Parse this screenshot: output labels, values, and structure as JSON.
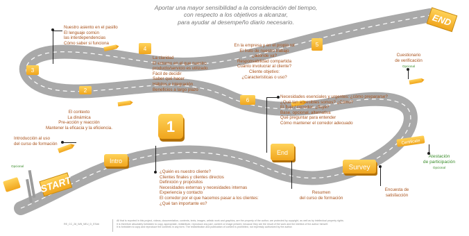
{
  "title_lines": [
    "Aportar una mayor sensibilidad a la consideración del tiempo,",
    "con respecto a los objetivos a alcanzar,",
    "para ayudar al desempeño diario necesario."
  ],
  "road_badges": {
    "start": "START",
    "end_sign": "END",
    "intro": "Intro",
    "step1": "1",
    "step2": "2",
    "step3": "3",
    "step4": "4",
    "step5": "5",
    "step6": "6",
    "end": "End",
    "survey": "Survey",
    "certificate": "Certificate"
  },
  "colors": {
    "road": "#a9a9a9",
    "lane_marking": "#ffffff",
    "badge_yellow": "#f6b42a",
    "badge_dark": "#c97f10",
    "text_brown": "#a9531c",
    "text_green": "#3a8c2a",
    "title_gray": "#777777"
  },
  "labels": {
    "opcional_left": "Opcional",
    "intro_text": [
      "Introducción al uso",
      "del curso de formación"
    ],
    "context": [
      "El contexto",
      "La dinámica",
      "Pre-acción y reacción",
      "Mantener la eficacia y la eficiencia."
    ],
    "step3_text": [
      "Nuestro asiento en el pasillo",
      "El lenguaje común",
      "las interdependencias",
      "Cómo saber si funciona"
    ],
    "step4_text": [
      "La claridad",
      "El entorno en el que nuestro",
      "producto/servicio es utilizado",
      "Fácil de decidir",
      "Saber qué hacer",
      "Hábitos e integración",
      "Beneficios a largo plazo"
    ],
    "step5_text": [
      "En la empresa y en el propio rol",
      "El fruto de nuestro trabajo",
      "¿adónde va?",
      "Responsabilidad compartida",
      "Cuánto involucrar al cliente?",
      "Cliente objetivo:",
      "¿Características o uso?"
    ],
    "step6_text": [
      "Necesidades esenciales y urgentes: ¿cómo prepararse?",
      "¿Qué tan accesibles somos? ¿Cómo?",
      "El flujo / corredor: ¿fluye?",
      "Base, opcional, alternativa",
      "Qué preguntar para entender",
      "Cómo mantener el corredor adecuado"
    ],
    "step1_text": [
      "¿Quién es nuestro cliente?",
      "Clientes finales y clientes directos",
      "Definición y propósitos",
      "Necesidades externas y necesidades internas",
      "Experiencia y contacto",
      "El corredor por el que hacemos pasar a los clientes:",
      "¿Qué tan importante es?"
    ],
    "resumen": [
      "Resumen",
      "del curso de formación"
    ],
    "encuesta": [
      "Encuesta de",
      "satisfacción"
    ],
    "cuestionario": [
      "Cuestionario",
      "de verificación"
    ],
    "cuestionario_optional": "Opcional",
    "atestacion": [
      "Atestación",
      "de participación"
    ],
    "atestacion_optional": "Opcional"
  },
  "footer": {
    "code": "RE_CC_28_WB_NEU_D_ES##",
    "notice": [
      "All that is reported in this project, videos, documentation, contents, texts, images, artistic work and graphics, are the property of the author, are protected by copyright, as well as by intellectual property rights.",
      "It is therefore absolutely forbidden to copy, appropriate, redistribute, reproduce any part, content or image present, because they are the result of the work and the intellect of the author himself.",
      "It is forbidden to copy and reproduce the contents in any form.    The redistribution and publication of content is prohibited, not expressly authorized by the author."
    ]
  }
}
